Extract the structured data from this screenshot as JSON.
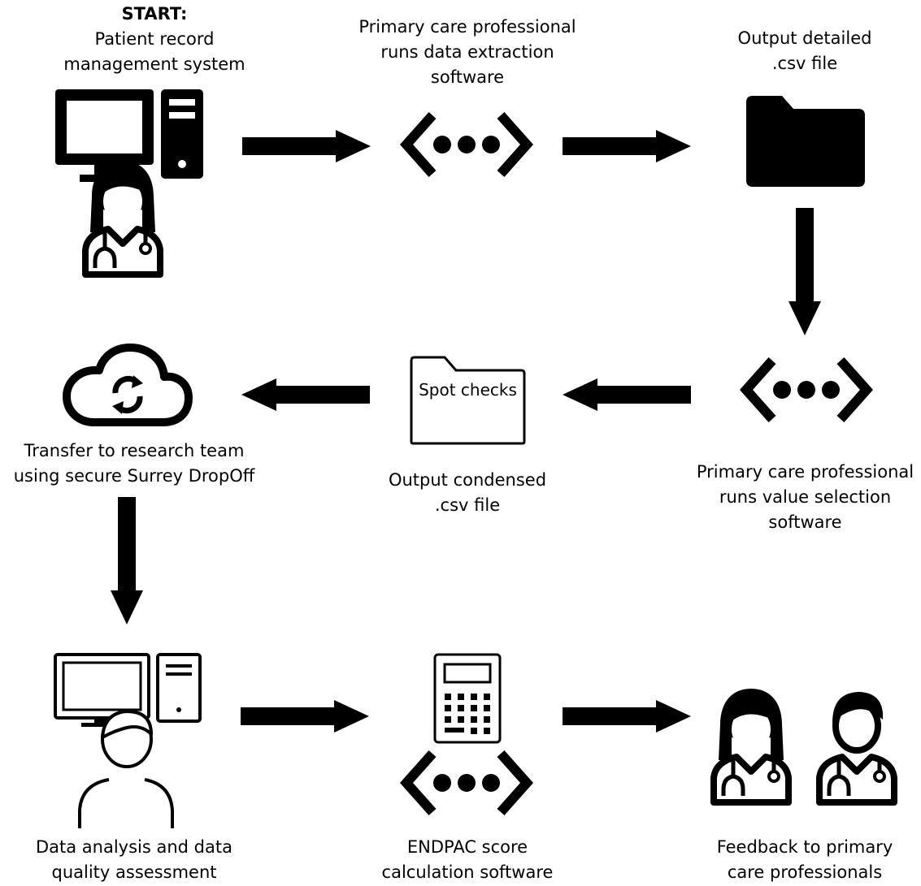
{
  "nodes": {
    "start": {
      "prefix": "START:",
      "lines": [
        "Patient record",
        "management system"
      ]
    },
    "extraction": {
      "lines": [
        "Primary care professional",
        "runs data extraction",
        "software"
      ]
    },
    "output_detailed": {
      "lines": [
        "Output detailed",
        ".csv file"
      ]
    },
    "value_selection": {
      "lines": [
        "Primary care professional",
        "runs value selection",
        "software"
      ]
    },
    "output_condensed": {
      "folder_text": "Spot checks",
      "lines": [
        "Output condensed",
        ".csv file"
      ]
    },
    "transfer": {
      "lines": [
        "Transfer to research team",
        "using secure Surrey DropOff"
      ]
    },
    "analysis": {
      "lines": [
        "Data analysis and data",
        "quality assessment"
      ]
    },
    "endpac": {
      "lines": [
        "ENDPAC score",
        "calculation software"
      ]
    },
    "feedback": {
      "lines": [
        "Feedback to primary",
        "care professionals"
      ]
    }
  },
  "icons": {
    "start": [
      "computer-icon",
      "doctor-female-icon"
    ],
    "extraction": [
      "code-icon"
    ],
    "output_detailed": [
      "folder-icon"
    ],
    "value_selection": [
      "code-icon"
    ],
    "output_condensed": [
      "folder-outline-icon"
    ],
    "transfer": [
      "cloud-sync-icon"
    ],
    "analysis": [
      "computer-icon",
      "person-icon"
    ],
    "endpac": [
      "calculator-icon",
      "code-icon"
    ],
    "feedback": [
      "doctor-female-icon",
      "doctor-male-icon"
    ]
  },
  "colors": {
    "ink": "#000000",
    "background": "#ffffff"
  }
}
